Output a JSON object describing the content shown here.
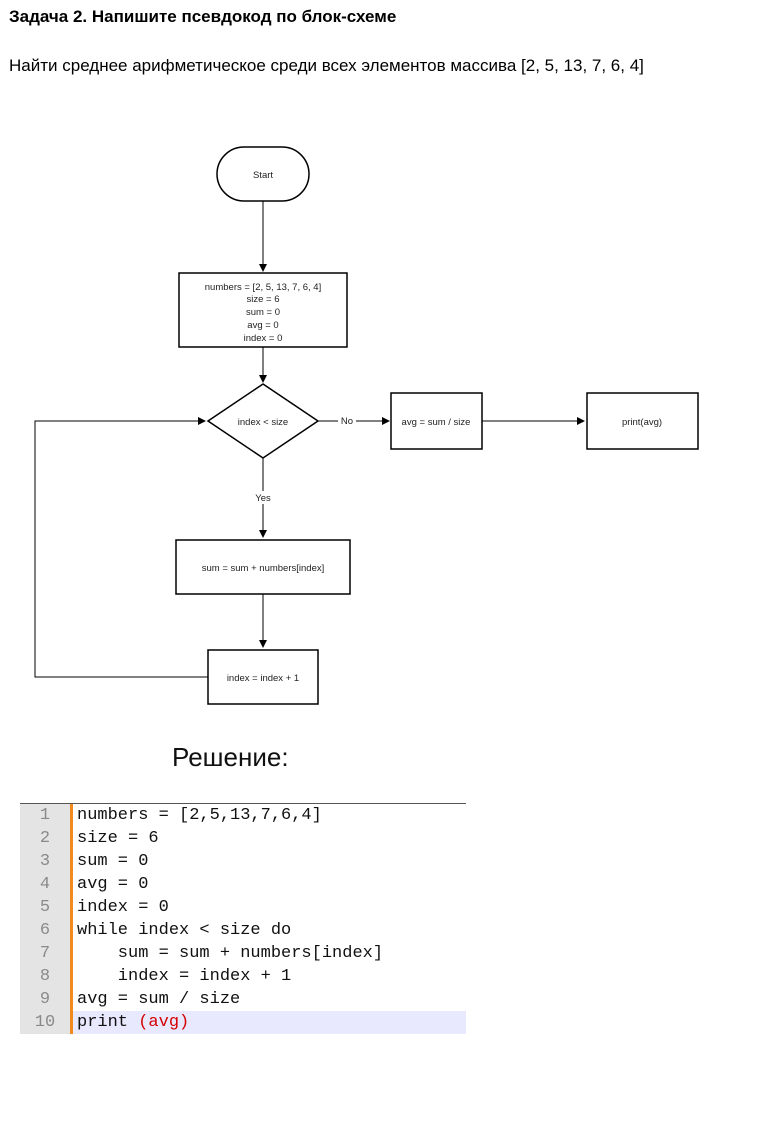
{
  "task": {
    "title": "Задача 2. Напишите псевдокод по блок-схеме",
    "description": "Найти среднее арифметическое среди всех элементов массива [2, 5, 13, 7, 6, 4]"
  },
  "flowchart": {
    "start": "Start",
    "init_lines": [
      "numbers = [2, 5, 13, 7, 6, 4]",
      "size = 6",
      "sum = 0",
      "avg = 0",
      "index = 0"
    ],
    "condition": "index < size",
    "no_label": "No",
    "yes_label": "Yes",
    "avg_box": "avg = sum / size",
    "print_box": "print(avg)",
    "sum_box": "sum = sum + numbers[index]",
    "index_box": "index = index + 1"
  },
  "solution": {
    "heading": "Решение:"
  },
  "code": {
    "lines": [
      {
        "n": "1",
        "text": "numbers = [2,5,13,7,6,4]"
      },
      {
        "n": "2",
        "text": "size = 6"
      },
      {
        "n": "3",
        "text": "sum = 0"
      },
      {
        "n": "4",
        "text": "avg = 0"
      },
      {
        "n": "5",
        "text": "index = 0"
      },
      {
        "n": "6",
        "text": "while index < size do"
      },
      {
        "n": "7",
        "text": "    sum = sum + numbers[index]"
      },
      {
        "n": "8",
        "text": "    index = index + 1"
      },
      {
        "n": "9",
        "text": "avg = sum / size"
      },
      {
        "n": "10",
        "text": "print ",
        "paren": "(avg)"
      }
    ]
  }
}
